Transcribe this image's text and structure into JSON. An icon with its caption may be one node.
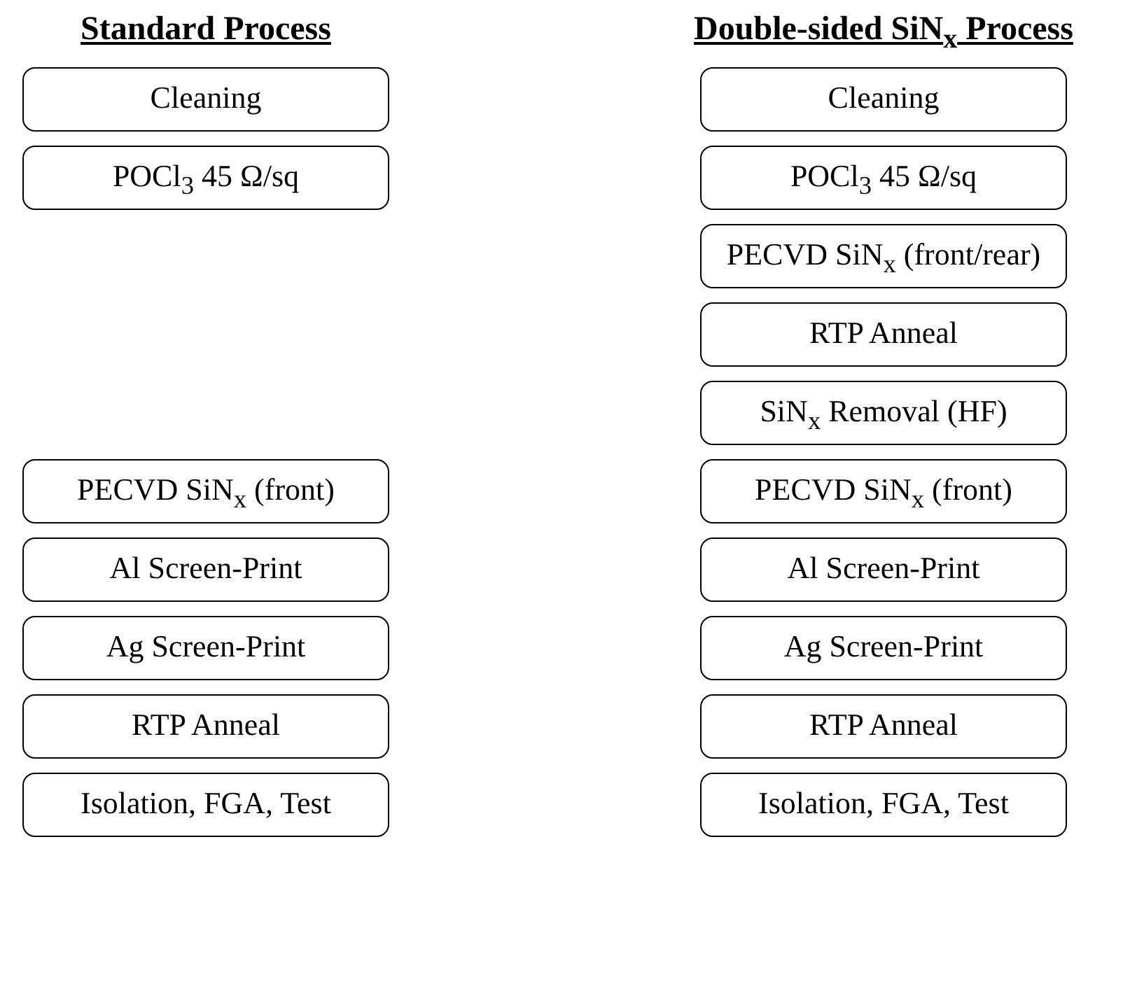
{
  "diagram": {
    "nodes": [
      {
        "text": [
          "Cleaning"
        ]
      },
      {
        "text": [
          "POCl$_{3}$ 45 Ω/sq"
        ]
      },
      {
        "text": [
          "PECVD SiN$_{x}$ (front)"
        ]
      },
      {
        "text": [
          "Al Screen-Print"
        ]
      },
      {
        "text": [
          "Ag Screen-Print"
        ]
      },
      {
        "text": [
          "RTP Anneal"
        ]
      },
      {
        "text": [
          "Isolation, FGA, Test"
        ]
      },
      {
        "text": [
          "Cleaning"
        ]
      },
      {
        "text": [
          "POCl$_{3}$ 45 Ω/sq"
        ]
      },
      {
        "text": [
          "PECVD SiN$_{x}$ (front/rear)"
        ]
      },
      {
        "text": [
          "RTP Anneal"
        ]
      },
      {
        "text": [
          "SiN$_{x}$ Removal (HF)"
        ]
      },
      {
        "text": [
          "PECVD SiN$_{x}$ (front)"
        ]
      },
      {
        "text": [
          "Al Screen-Print"
        ]
      },
      {
        "text": [
          "Ag Screen-Print"
        ]
      },
      {
        "text": [
          "RTP Anneal"
        ]
      },
      {
        "text": [
          "Isolation, FGA, Test"
        ]
      }
    ],
    "edges": [],
    "labels": [
      "Standard Process",
      "Double-sided SiN$_{x}$ Process"
    ]
  }
}
